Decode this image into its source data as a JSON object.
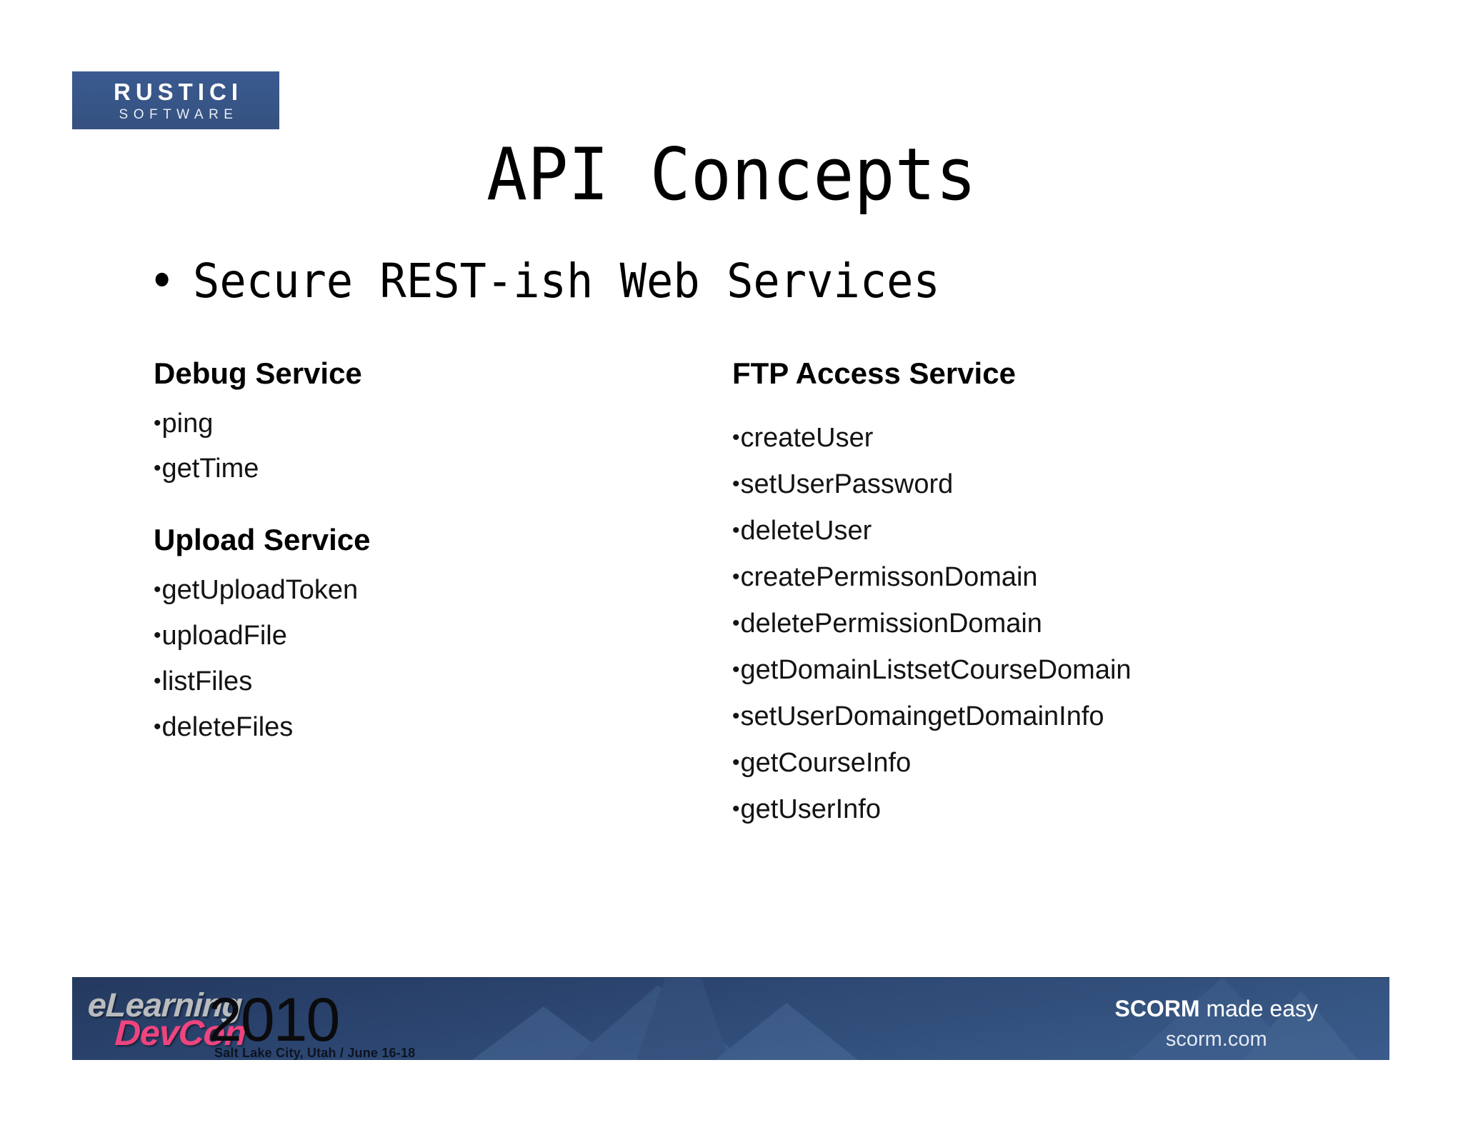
{
  "slide": {
    "title": "API Concepts",
    "main_bullet": "Secure REST-ish Web Services",
    "bullet_glyph": "•",
    "background_color": "#ffffff"
  },
  "logo": {
    "name": "rustici-software-logo",
    "line1": "RUSTICI",
    "line2": "SOFTWARE",
    "box_color": "#39578c",
    "text_color": "#ffffff"
  },
  "columns": {
    "left": [
      {
        "heading": "Debug Service",
        "items": [
          "ping",
          "getTime"
        ]
      },
      {
        "heading": "Upload Service",
        "items": [
          "getUploadToken",
          "uploadFile",
          "listFiles",
          "deleteFiles"
        ]
      }
    ],
    "right": [
      {
        "heading": "FTP Access Service",
        "items": [
          "createUser",
          "setUserPassword",
          "deleteUser",
          "createPermissonDomain",
          "deletePermissionDomain",
          "getDomainListsetCourseDomain",
          "setUserDomaingetDomainInfo",
          "getCourseInfo",
          "getUserInfo"
        ]
      }
    ]
  },
  "footer": {
    "conference": {
      "elearning": "eLearning",
      "devcon": "DevCon",
      "year": "2010",
      "place": "Salt Lake City, Utah / June 16-18",
      "elearning_color": "#b9bbbd",
      "devcon_color": "#ef447f",
      "year_color": "#0b0b0d"
    },
    "branding": {
      "tagline_bold": "SCORM",
      "tagline_rest": " made easy",
      "url": "scorm.com"
    },
    "bar_color": "#2b4570"
  }
}
